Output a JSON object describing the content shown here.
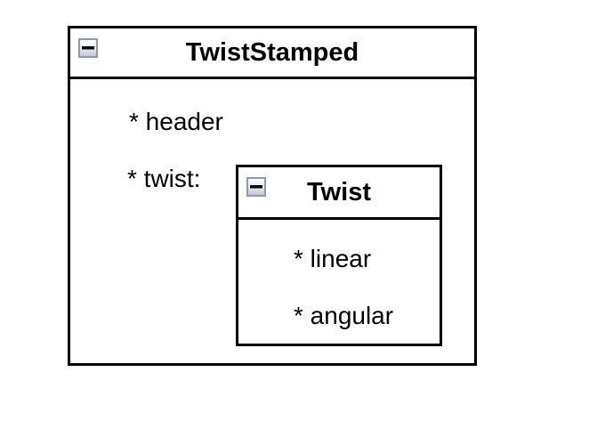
{
  "diagram": {
    "outer_box": {
      "title": "TwistStamped",
      "collapse_icon": "minus",
      "fields": {
        "header": "* header",
        "twist": "* twist:"
      }
    },
    "inner_box": {
      "title": "Twist",
      "collapse_icon": "minus",
      "fields": {
        "linear": "* linear",
        "angular": "* angular"
      }
    },
    "colors": {
      "box_border": "#000000",
      "box_background": "#ffffff",
      "text": "#000000",
      "collapse_button_border": "#8e99a9",
      "collapse_button_fill_top": "#fdfdfe",
      "collapse_button_fill_bottom": "#c3c9d2",
      "collapse_glyph": "#0b0b0b"
    }
  }
}
